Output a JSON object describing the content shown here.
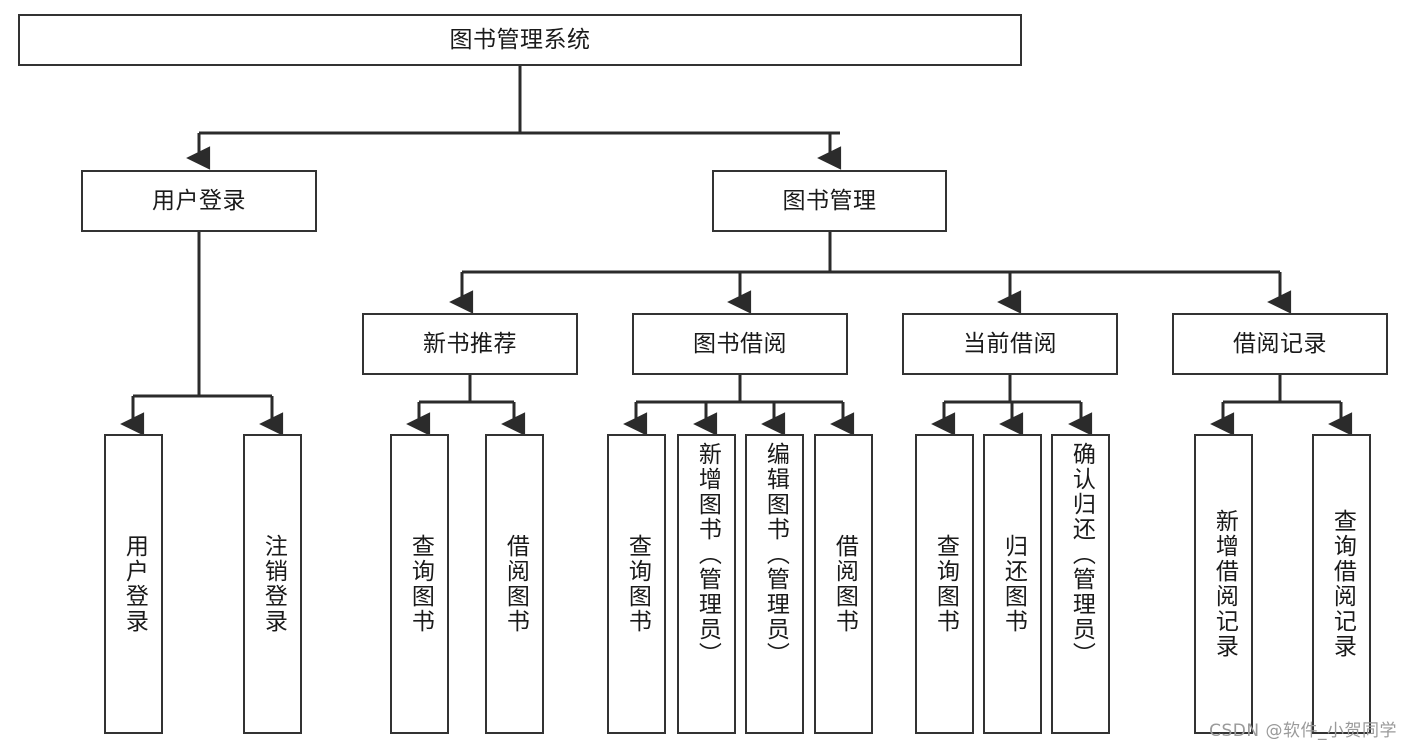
{
  "diagram": {
    "title": "图书管理系统",
    "watermark": "CSDN @软件_小贺同学",
    "accent_color": "#333333",
    "background_color": "#ffffff",
    "levels": {
      "root": {
        "label": "图书管理系统"
      },
      "level2": [
        {
          "label": "用户登录"
        },
        {
          "label": "图书管理"
        }
      ],
      "level3": [
        {
          "label": "新书推荐"
        },
        {
          "label": "图书借阅"
        },
        {
          "label": "当前借阅"
        },
        {
          "label": "借阅记录"
        }
      ],
      "leaves": {
        "user_login": [
          {
            "label": "用户登录"
          },
          {
            "label": "注销登录"
          }
        ],
        "new_book_recommend": [
          {
            "label": "查询图书"
          },
          {
            "label": "借阅图书"
          }
        ],
        "book_borrow": [
          {
            "label": "查询图书"
          },
          {
            "label": "新增图书（管理员）"
          },
          {
            "label": "编辑图书（管理员）"
          },
          {
            "label": "借阅图书"
          }
        ],
        "current_borrow": [
          {
            "label": "查询图书"
          },
          {
            "label": "归还图书"
          },
          {
            "label": "确认归还（管理员）"
          }
        ],
        "borrow_record": [
          {
            "label": "新增借阅记录"
          },
          {
            "label": "查询借阅记录"
          }
        ]
      }
    }
  }
}
